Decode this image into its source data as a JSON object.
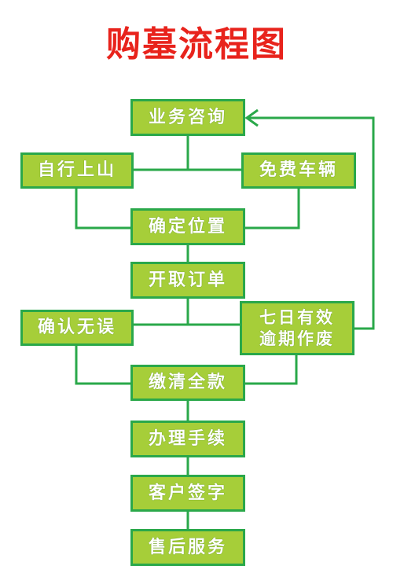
{
  "title": "购墓流程图",
  "colors": {
    "title": "#e8231c",
    "box_fill": "#a6ce39",
    "box_border": "#2aa84a",
    "line": "#2aa84a",
    "text": "#ffffff"
  },
  "nodes": {
    "consult": "业务咨询",
    "self_visit": "自行上山",
    "free_car": "免费车辆",
    "confirm_location": "确定位置",
    "order": "开取订单",
    "confirm_correct": "确认无误",
    "valid_line1": "七日有效",
    "valid_line2": "逾期作废",
    "pay_full": "缴清全款",
    "procedures": "办理手续",
    "sign": "客户签字",
    "after_sales": "售后服务"
  }
}
